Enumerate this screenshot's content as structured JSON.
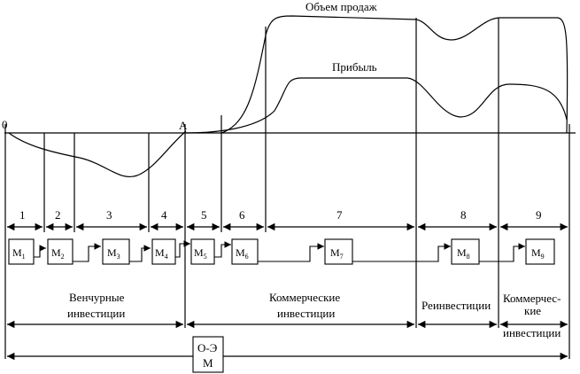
{
  "curves": {
    "sales_label": "Объем продаж",
    "profit_label": "Прибыль"
  },
  "axis": {
    "origin_label": "0",
    "point_a_label": "A"
  },
  "stages": [
    "1",
    "2",
    "3",
    "4",
    "5",
    "6",
    "7",
    "8",
    "9"
  ],
  "modules": [
    {
      "letter": "M",
      "index": "1"
    },
    {
      "letter": "M",
      "index": "2"
    },
    {
      "letter": "M",
      "index": "3"
    },
    {
      "letter": "M",
      "index": "4"
    },
    {
      "letter": "M",
      "index": "5"
    },
    {
      "letter": "M",
      "index": "6"
    },
    {
      "letter": "M",
      "index": "7"
    },
    {
      "letter": "M",
      "index": "8"
    },
    {
      "letter": "M",
      "index": "9"
    }
  ],
  "phases": {
    "venture": {
      "line1": "Венчурные",
      "line2": "инвестиции"
    },
    "commercial": {
      "line1": "Коммерческие",
      "line2": "инвестиции"
    },
    "reinvest": {
      "line1": "Реинвестиции"
    },
    "commercial2": {
      "line1": "Коммерчес-",
      "line2": "кие",
      "line3": "инвестиции"
    }
  },
  "oem": {
    "line1": "О-Э",
    "line2": "М"
  }
}
